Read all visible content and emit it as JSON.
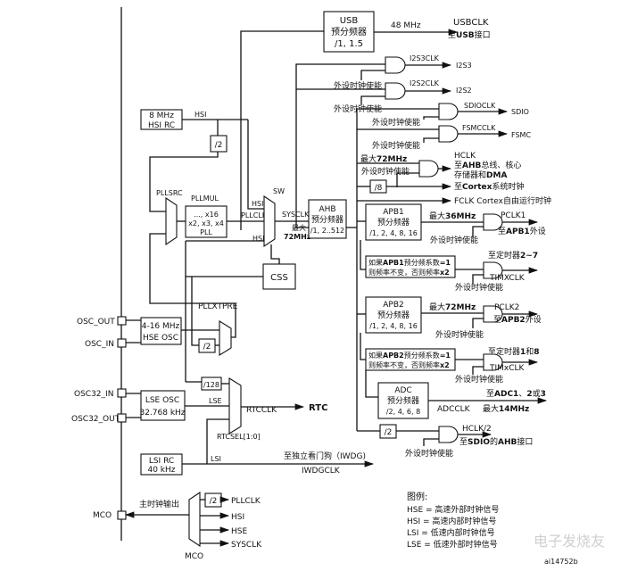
{
  "usb": {
    "line1": "USB",
    "line2": "预分频器",
    "line3": "/1, 1.5",
    "freq": "48 MHz",
    "clk": "USBCLK",
    "dest_pre": "至",
    "dest_bold": "USB",
    "dest_post": "接口"
  },
  "i2s": {
    "i2s3clk": "I2S3CLK",
    "i2s3": "I2S3",
    "i2s2clk": "I2S2CLK",
    "i2s2": "I2S2"
  },
  "sdio": {
    "clk": "SDIOCLK",
    "out": "SDIO"
  },
  "fsmc": {
    "clk": "FSMCCLK",
    "out": "FSMC"
  },
  "enable": "外设时钟使能",
  "hclk": {
    "max_pre": "最大",
    "max_val": "72MHz",
    "label": "HCLK",
    "d1_pre": "至",
    "d1_bold": "AHB",
    "d1_post": "总线、核心",
    "d2_pre": "存储器和",
    "d2_bold": "DMA"
  },
  "div8": "/8",
  "cortex": {
    "pre": "至",
    "bold": "Cortex",
    "post": "系统时钟"
  },
  "fclk": "FCLK Cortex自由运行时钟",
  "hsirc": {
    "l1": "8 MHz",
    "l2": "HSI RC",
    "out": "HSI"
  },
  "div2": "/2",
  "pll": {
    "src": "PLLSRC",
    "mul": "PLLMUL",
    "l1": "..., x16",
    "l2": "x2, x3, x4",
    "l3": "PLL",
    "clk": "PLLCLK",
    "hsi": "HSI",
    "hse": "HSE"
  },
  "sw": {
    "label": "SW",
    "sysclk": "SYSCLK",
    "max": "最大",
    "max_val": "72MHz"
  },
  "ahb": {
    "l1": "AHB",
    "l2": "预分频器",
    "l3": "/1, 2..512"
  },
  "apb1": {
    "l1": "APB1",
    "l2": "预分频器",
    "l3": "/1, 2, 4, 8, 16",
    "max_pre": "最大",
    "max_val": "36MHz",
    "pclk": "PCLK1",
    "dest_pre": "至",
    "dest_bold": "APB1",
    "dest_post": "外设"
  },
  "tim1": {
    "note1_pre": "如果",
    "note1_bold1": "APB1",
    "note1_mid": "预分频系数",
    "note1_bold2": "=1",
    "note2": "则频率不变，否则频率",
    "note2_bold": "x2",
    "dest_pre": "至定时器",
    "dest_bold": "2~7",
    "clk": "TIMXCLK"
  },
  "css": "CSS",
  "apb2": {
    "l1": "APB2",
    "l2": "预分频器",
    "l3": "/1, 2, 4, 8, 16",
    "max_pre": "最大",
    "max_val": "72MHz",
    "pclk": "PCLK2",
    "dest_pre": "至",
    "dest_bold": "APB2",
    "dest_post": "外设"
  },
  "tim2": {
    "note1_pre": "如果",
    "note1_bold1": "APB2",
    "note1_mid": "预分频系数",
    "note1_bold2": "=1",
    "note2": "则频率不变，否则频率",
    "note2_bold": "x2",
    "dest_pre": "至定时器",
    "dest_bold": "1",
    "dest_mid": "和",
    "dest_bold2": "8",
    "clk": "TIMxCLK"
  },
  "adc": {
    "l1": "ADC",
    "l2": "预分频器",
    "l3": "/2, 4, 6, 8",
    "dest_pre": "至",
    "dest_bold": "ADC1",
    "dest_mid": "、",
    "dest_bold2": "2",
    "dest_mid2": "或",
    "dest_bold3": "3",
    "clk": "ADCCLK",
    "max_pre": "最大",
    "max_val": "14MHz"
  },
  "hclk2": {
    "div": "/2",
    "label": "HCLK/2",
    "dest_pre": "至",
    "dest_bold": "SDIO",
    "dest_mid": "的",
    "dest_bold2": "AHB",
    "dest_post": "接口"
  },
  "hse": {
    "osc_out": "OSC_OUT",
    "osc_in": "OSC_IN",
    "l1": "4-16 MHz",
    "l2": "HSE OSC",
    "pllxtpre": "PLLXTPRE",
    "div2": "/2"
  },
  "lse": {
    "osc32_in": "OSC32_IN",
    "osc32_out": "OSC32_OUT",
    "l1": "LSE OSC",
    "l2": "32.768 kHz",
    "div128": "/128",
    "lse": "LSE",
    "rtcclk": "RTCCLK",
    "rtc": "RTC",
    "rtcsel": "RTCSEL[1:0]"
  },
  "lsi": {
    "l1": "LSI RC",
    "l2": "40 kHz",
    "out": "LSI",
    "dest": "至独立看门狗（IWDG)",
    "clk": "IWDGCLK"
  },
  "mco": {
    "label": "MCO",
    "note": "主时钟输出",
    "div2": "/2",
    "pllclk": "PLLCLK",
    "hsi": "HSI",
    "hse": "HSE",
    "sysclk": "SYSCLK",
    "mux": "MCO"
  },
  "legend": {
    "title": "图例:",
    "hse": "HSE = 高速外部时钟信号",
    "hsi": "HSI = 高速内部时钟信号",
    "lsi": "LSI = 低速内部时钟信号",
    "lse": "LSE = 低速外部时钟信号"
  },
  "docid": "ai14752b",
  "watermark": "电子发烧友"
}
